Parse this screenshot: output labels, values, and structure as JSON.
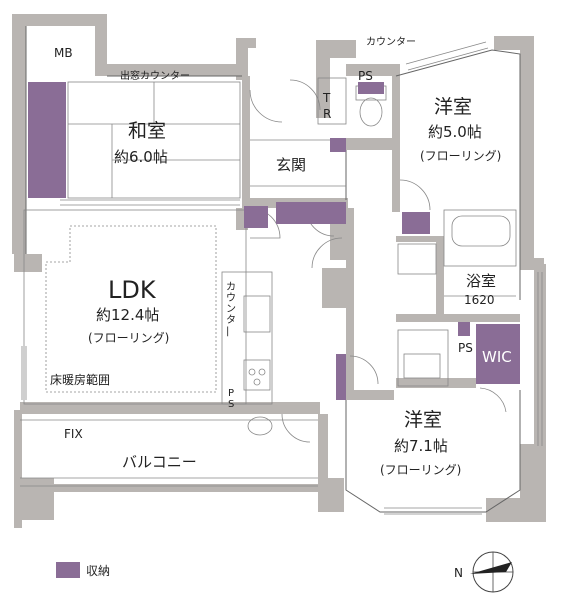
{
  "labels": {
    "mb": "MB",
    "demado_counter": "出窓カウンター",
    "counter_top": "カウンター",
    "ps_top": "PS",
    "tr": "T\nR",
    "washitsu_name": "和室",
    "washitsu_size": "約6.0帖",
    "genkan": "玄関",
    "yoshitsu1_name": "洋室",
    "yoshitsu1_size": "約5.0帖",
    "yoshitsu1_floor": "(フローリング)",
    "ldk_name": "LDK",
    "ldk_size": "約12.4帖",
    "ldk_floor": "(フローリング)",
    "kitchen_counter": "カウンター",
    "yukadanbo": "床暖房範囲",
    "ps_kitchen": "PS",
    "yokushitsu_name": "浴室",
    "yokushitsu_size": "1620",
    "ps_wic": "PS",
    "wic": "WIC",
    "yoshitsu2_name": "洋室",
    "yoshitsu2_size": "約7.1帖",
    "yoshitsu2_floor": "(フローリング)",
    "fix": "FIX",
    "balcony": "バルコニー"
  },
  "legend": {
    "storage_label": "収納",
    "storage_color": "#8a6d96"
  },
  "compass": {
    "north_label": "N"
  }
}
